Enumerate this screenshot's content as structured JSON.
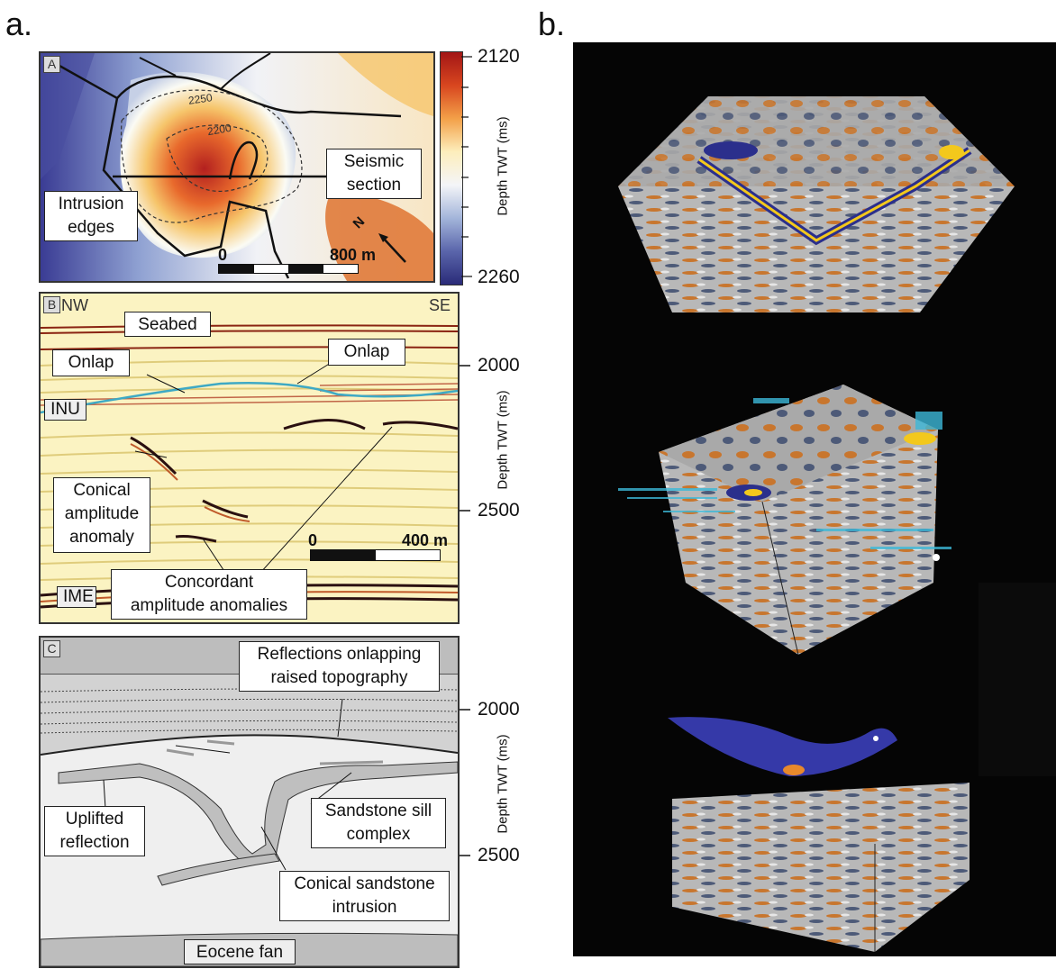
{
  "figure": {
    "label_a": "a.",
    "label_b": "b."
  },
  "panel_A": {
    "label": "A",
    "callouts": {
      "seismic_section": "Seismic\nsection",
      "intrusion_edges": "Intrusion\nedges"
    },
    "contours": [
      "2250",
      "2200"
    ],
    "scale_bar": {
      "start": "0",
      "end": "800 m"
    },
    "north": "N",
    "colorbar": {
      "top": "2120",
      "bottom": "2260",
      "title": "Depth TWT (ms)",
      "colors": [
        "#b3201f",
        "#e8692c",
        "#f6c56b",
        "#fbfbf4",
        "#9fb2d8",
        "#3a3c94"
      ]
    }
  },
  "panel_B": {
    "label": "B",
    "left_dir": "NW",
    "right_dir": "SE",
    "callouts": {
      "seabed": "Seabed",
      "onlap_left": "Onlap",
      "onlap_right": "Onlap",
      "inu": "INU",
      "conical": "Conical\namplitude\nanomaly",
      "concordant": "Concordant\namplitude anomalies",
      "ime": "IME"
    },
    "scale_bar": {
      "start": "0",
      "end": "400 m"
    },
    "axis": {
      "t1": "2000",
      "t2": "2500",
      "title": "Depth TWT (ms)"
    }
  },
  "panel_C": {
    "label": "C",
    "callouts": {
      "reflections": "Reflections onlapping\nraised topography",
      "uplifted": "Uplifted\nreflection",
      "sill": "Sandstone sill\ncomplex",
      "conical": "Conical sandstone\nintrusion",
      "eocene": "Eocene fan"
    },
    "axis": {
      "t1": "2000",
      "t2": "2500",
      "title": "Depth TWT (ms)"
    }
  }
}
